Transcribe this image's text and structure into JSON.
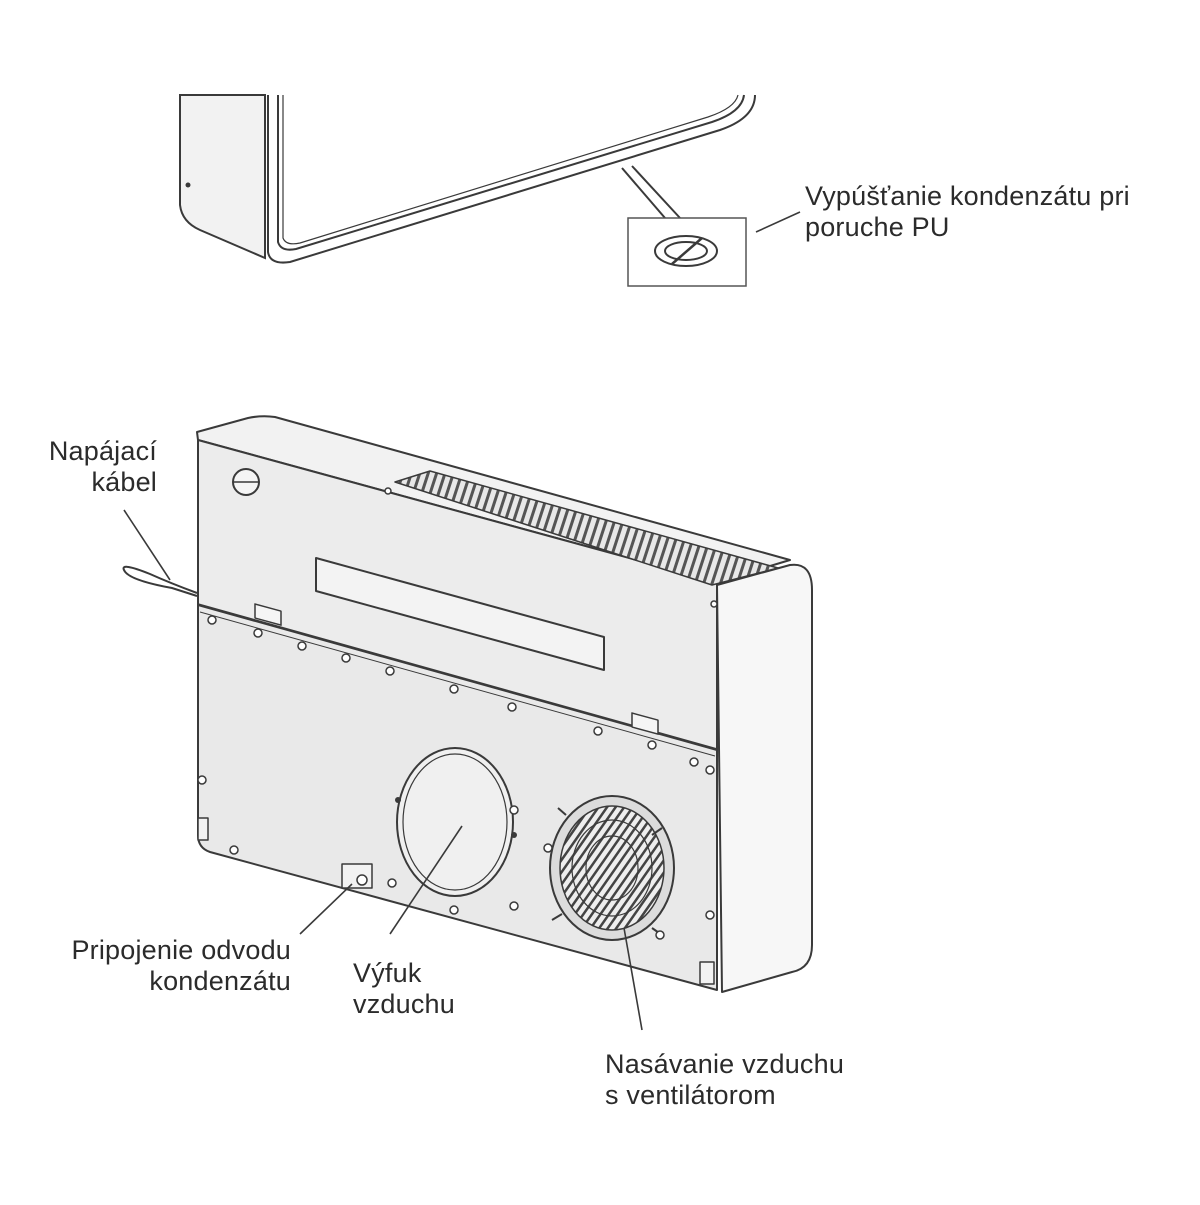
{
  "labels": {
    "condensate_emergency_drain": {
      "line1": "Vypúšťanie kondenzátu pri",
      "line2": "poruche PU"
    },
    "power_cable": {
      "line1": "Napájací",
      "line2": "kábel"
    },
    "condensate_drain_connection": {
      "line1": "Pripojenie odvodu",
      "line2": "kondenzátu"
    },
    "air_exhaust": {
      "line1": "Výfuk",
      "line2": "vzduchu"
    },
    "air_intake_fan": {
      "line1": "Nasávanie vzduchu",
      "line2": "s ventilátorom"
    }
  },
  "colors": {
    "outline": "#3a3a3a",
    "panel_fill": "#ececec",
    "panel_fill_light": "#f4f4f4",
    "side_fill": "#f7f7f7",
    "grille_fill": "#4a4a4a",
    "text": "#2b2b2b"
  }
}
